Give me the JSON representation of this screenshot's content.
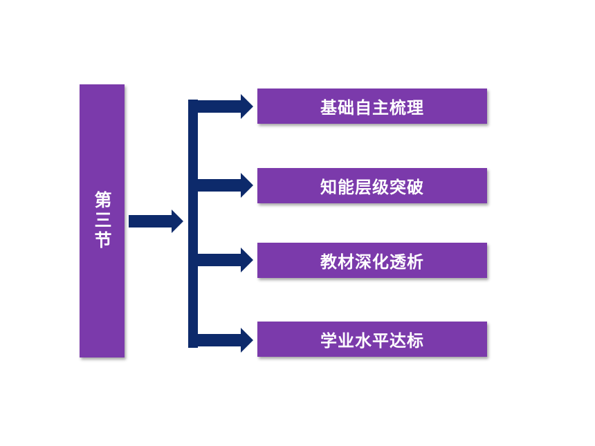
{
  "section": {
    "title": "第三节"
  },
  "topics": [
    {
      "label": "基础自主梳理"
    },
    {
      "label": "知能层级突破"
    },
    {
      "label": "教材深化透析"
    },
    {
      "label": "学业水平达标"
    }
  ],
  "colors": {
    "box_fill": "#7b3aab",
    "arrow_fill": "#0d2a6b",
    "text": "#ffffff"
  }
}
